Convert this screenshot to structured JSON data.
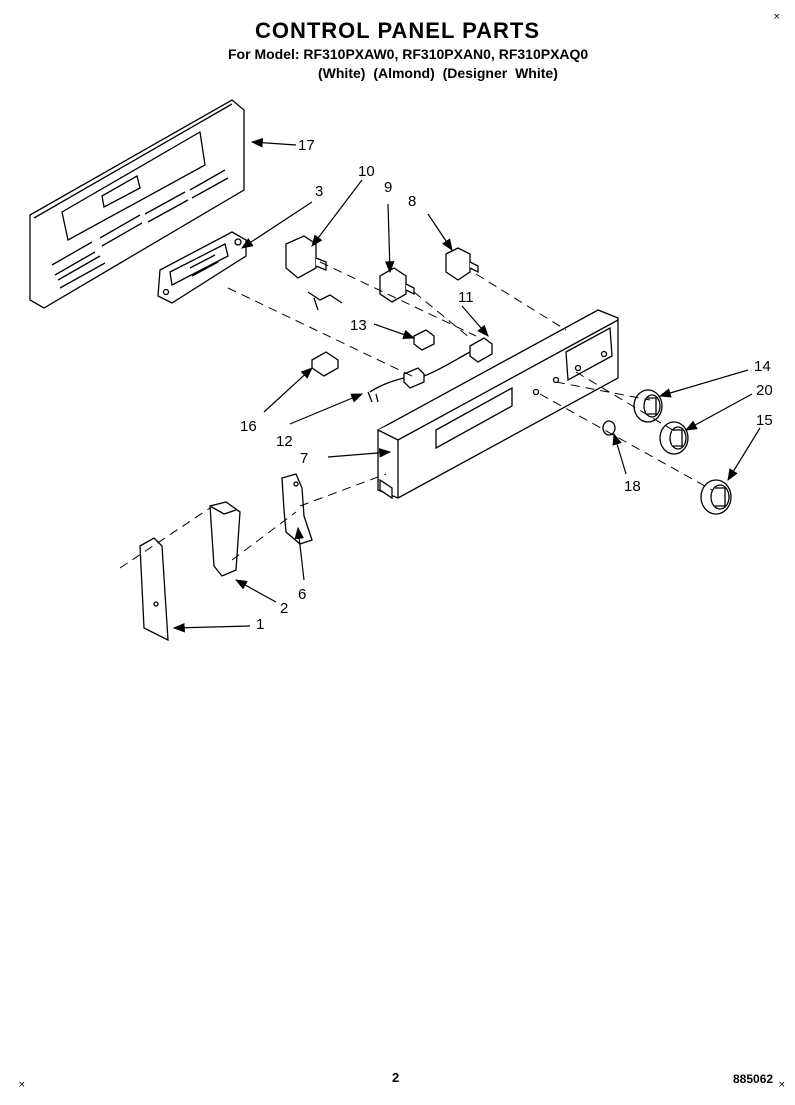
{
  "header": {
    "title": "CONTROL PANEL PARTS",
    "models": "For Model: RF310PXAW0, RF310PXAN0, RF310PXAQ0",
    "variants": "(White)   (Almond)  (Designer White)"
  },
  "diagram": {
    "callouts": [
      "17",
      "3",
      "10",
      "9",
      "8",
      "11",
      "13",
      "16",
      "12",
      "7",
      "14",
      "20",
      "15",
      "18",
      "6",
      "2",
      "1"
    ]
  },
  "footer": {
    "page_number": "2",
    "document_number": "885062"
  }
}
